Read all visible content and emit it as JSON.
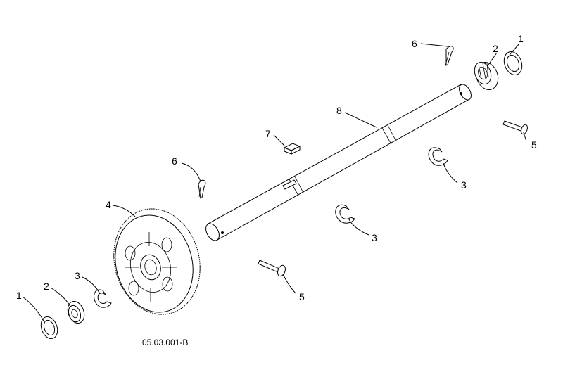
{
  "diagram": {
    "drawing_code": "05.03.001-B",
    "callouts": {
      "washer_right": "1",
      "bearing_right": "2",
      "pin_right": "6",
      "shaft": "8",
      "key": "7",
      "pin_left": "6",
      "gear": "4",
      "eclip_right": "3",
      "bolt_right": "5",
      "eclip_center": "3",
      "bolt_center": "5",
      "washer_left": "1",
      "bearing_left": "2",
      "eclip_left": "3"
    }
  }
}
